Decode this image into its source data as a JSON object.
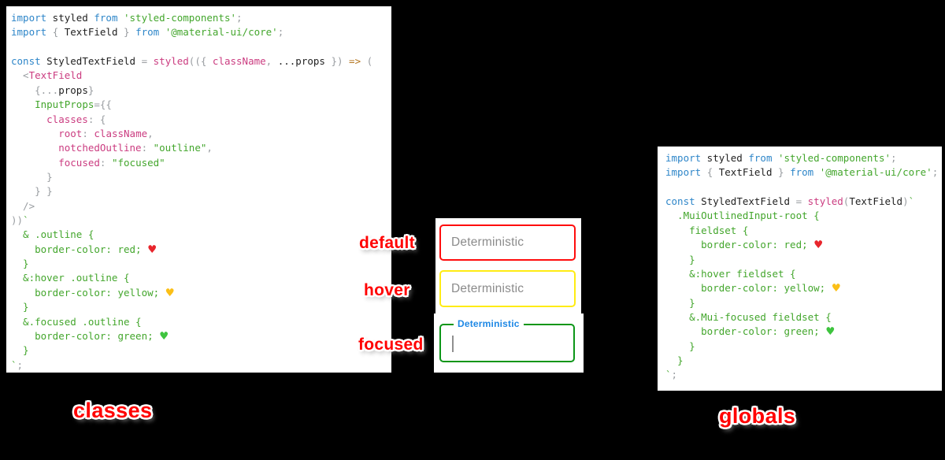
{
  "background": "#000000",
  "syntax_colors": {
    "keyword": "#2e86c9",
    "function_and_props": "#cb3c80",
    "string_and_css": "#43a62c",
    "punctuation": "#999da1",
    "identifier": "#1f1f1f",
    "arrow_operator": "#b4751f"
  },
  "heart_colors": {
    "red": "#e8252c",
    "yellow": "#fbbf17",
    "green": "#3ec43e"
  },
  "left_code_panel": {
    "lines": [
      [
        [
          "import",
          "kw"
        ],
        [
          " styled ",
          "id"
        ],
        [
          "from",
          "kw"
        ],
        [
          " 'styled-components'",
          "st"
        ],
        [
          ";",
          "pu"
        ]
      ],
      [
        [
          "import",
          "kw"
        ],
        [
          " ",
          "id"
        ],
        [
          "{",
          "pu"
        ],
        [
          " TextField ",
          "id"
        ],
        [
          "}",
          "pu"
        ],
        [
          " ",
          "id"
        ],
        [
          "from",
          "kw"
        ],
        [
          " '@material-ui/core'",
          "st"
        ],
        [
          ";",
          "pu"
        ]
      ],
      [],
      [
        [
          "const",
          "kw"
        ],
        [
          " StyledTextField ",
          "id"
        ],
        [
          "=",
          "pu"
        ],
        [
          " ",
          "id"
        ],
        [
          "styled",
          "fn"
        ],
        [
          "((",
          "pu"
        ],
        [
          "{",
          "pu"
        ],
        [
          " className",
          "fn"
        ],
        [
          ",",
          "pu"
        ],
        [
          " ...props ",
          "id"
        ],
        [
          "}",
          "pu"
        ],
        [
          ")",
          "pu"
        ],
        [
          " ",
          "id"
        ],
        [
          "=>",
          "op"
        ],
        [
          " (",
          "pu"
        ]
      ],
      [
        [
          "  <",
          "pu"
        ],
        [
          "TextField",
          "fn"
        ]
      ],
      [
        [
          "    ",
          "id"
        ],
        [
          "{...",
          "pu"
        ],
        [
          "props",
          "id"
        ],
        [
          "}",
          "pu"
        ]
      ],
      [
        [
          "    ",
          "id"
        ],
        [
          "InputProps",
          "st"
        ],
        [
          "=",
          "pu"
        ],
        [
          "{{",
          "pu"
        ]
      ],
      [
        [
          "      ",
          "id"
        ],
        [
          "classes",
          "fn"
        ],
        [
          ":",
          "pu"
        ],
        [
          " {",
          "pu"
        ]
      ],
      [
        [
          "        ",
          "id"
        ],
        [
          "root",
          "fn"
        ],
        [
          ":",
          "pu"
        ],
        [
          " ",
          "id"
        ],
        [
          "className",
          "fn"
        ],
        [
          ",",
          "pu"
        ]
      ],
      [
        [
          "        ",
          "id"
        ],
        [
          "notchedOutline",
          "fn"
        ],
        [
          ":",
          "pu"
        ],
        [
          " \"outline\"",
          "st"
        ],
        [
          ",",
          "pu"
        ]
      ],
      [
        [
          "        ",
          "id"
        ],
        [
          "focused",
          "fn"
        ],
        [
          ":",
          "pu"
        ],
        [
          " \"focused\"",
          "st"
        ]
      ],
      [
        [
          "      }",
          "pu"
        ]
      ],
      [
        [
          "    } }",
          "pu"
        ]
      ],
      [
        [
          "  />",
          "pu"
        ]
      ],
      [
        [
          "))",
          "pu"
        ],
        [
          "`",
          "st"
        ]
      ],
      [
        [
          "  & .outline {",
          "st"
        ]
      ],
      [
        [
          "    border-color: red; ",
          "st"
        ],
        [
          "♥",
          "hr"
        ]
      ],
      [
        [
          "  }",
          "st"
        ]
      ],
      [
        [
          "  &:hover .outline {",
          "st"
        ]
      ],
      [
        [
          "    border-color: yellow; ",
          "st"
        ],
        [
          "♥",
          "hy"
        ]
      ],
      [
        [
          "  }",
          "st"
        ]
      ],
      [
        [
          "  &.focused .outline {",
          "st"
        ]
      ],
      [
        [
          "    border-color: green; ",
          "st"
        ],
        [
          "♥",
          "hg"
        ]
      ],
      [
        [
          "  }",
          "st"
        ]
      ],
      [
        [
          "`",
          "st"
        ],
        [
          ";",
          "pu"
        ]
      ]
    ]
  },
  "right_code_panel": {
    "lines": [
      [
        [
          "import",
          "kw"
        ],
        [
          " styled ",
          "id"
        ],
        [
          "from",
          "kw"
        ],
        [
          " 'styled-components'",
          "st"
        ],
        [
          ";",
          "pu"
        ]
      ],
      [
        [
          "import",
          "kw"
        ],
        [
          " ",
          "id"
        ],
        [
          "{",
          "pu"
        ],
        [
          " TextField ",
          "id"
        ],
        [
          "}",
          "pu"
        ],
        [
          " ",
          "id"
        ],
        [
          "from",
          "kw"
        ],
        [
          " '@material-ui/core'",
          "st"
        ],
        [
          ";",
          "pu"
        ]
      ],
      [],
      [
        [
          "const",
          "kw"
        ],
        [
          " StyledTextField ",
          "id"
        ],
        [
          "=",
          "pu"
        ],
        [
          " ",
          "id"
        ],
        [
          "styled",
          "fn"
        ],
        [
          "(",
          "pu"
        ],
        [
          "TextField",
          "id"
        ],
        [
          ")",
          "pu"
        ],
        [
          "`",
          "st"
        ]
      ],
      [
        [
          "  .MuiOutlinedInput-root {",
          "st"
        ]
      ],
      [
        [
          "    fieldset {",
          "st"
        ]
      ],
      [
        [
          "      border-color: red; ",
          "st"
        ],
        [
          "♥",
          "hr"
        ]
      ],
      [
        [
          "    }",
          "st"
        ]
      ],
      [
        [
          "    &:hover fieldset {",
          "st"
        ]
      ],
      [
        [
          "      border-color: yellow; ",
          "st"
        ],
        [
          "♥",
          "hy"
        ]
      ],
      [
        [
          "    }",
          "st"
        ]
      ],
      [
        [
          "    &.Mui-focused fieldset {",
          "st"
        ]
      ],
      [
        [
          "      border-color: green; ",
          "st"
        ],
        [
          "♥",
          "hg"
        ]
      ],
      [
        [
          "    }",
          "st"
        ]
      ],
      [
        [
          "  }",
          "st"
        ]
      ],
      [
        [
          "`",
          "st"
        ],
        [
          ";",
          "pu"
        ]
      ]
    ]
  },
  "demo": {
    "state_labels": [
      "default",
      "hover",
      "focused"
    ],
    "fields": [
      {
        "state": "default",
        "placeholder": "Deterministic",
        "value": "",
        "border_color": "#ff0000"
      },
      {
        "state": "hover",
        "placeholder": "Deterministic",
        "value": "",
        "border_color": "#ffff00"
      },
      {
        "state": "focused",
        "label": "Deterministic",
        "value": "",
        "border_color": "#008000",
        "label_color": "#1e88e5"
      }
    ]
  },
  "captions": {
    "left": "classes",
    "right": "globals"
  }
}
